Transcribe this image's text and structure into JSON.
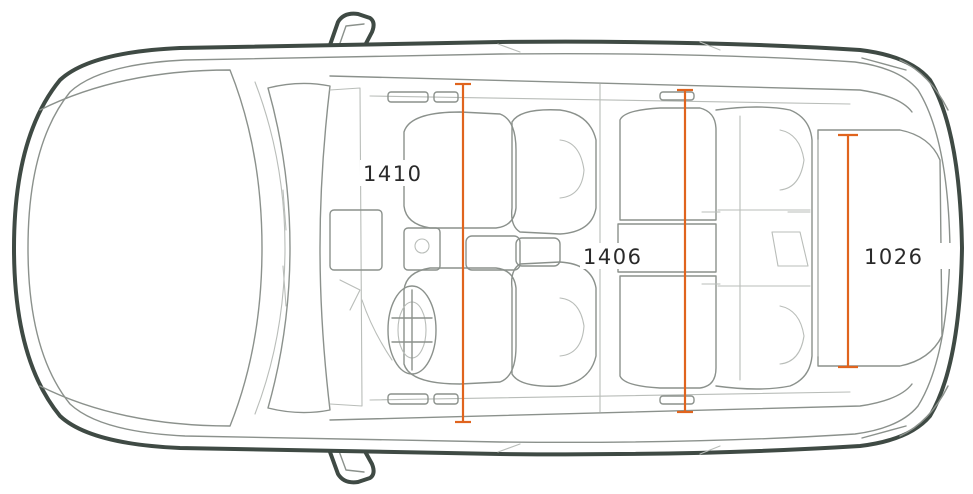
{
  "dimensions": {
    "front_width": "1410",
    "rear_width": "1406",
    "trunk_width": "1026"
  },
  "colors": {
    "dimension_line": "#e0641e",
    "body_outline": "#3f4a44",
    "detail_line": "#8b918c"
  }
}
